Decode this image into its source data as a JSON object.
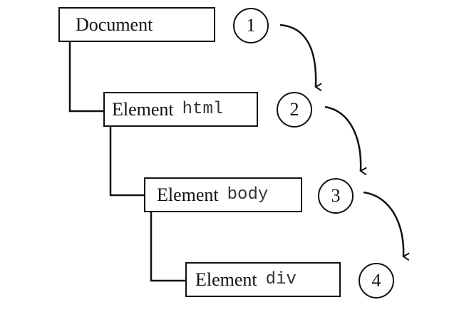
{
  "nodes": [
    {
      "kind": "Document",
      "tag": ""
    },
    {
      "kind": "Element",
      "tag": "html"
    },
    {
      "kind": "Element",
      "tag": "body"
    },
    {
      "kind": "Element",
      "tag": "div"
    }
  ],
  "steps": [
    "1",
    "2",
    "3",
    "4"
  ],
  "colors": {
    "stroke": "#111111",
    "background": "#ffffff"
  }
}
